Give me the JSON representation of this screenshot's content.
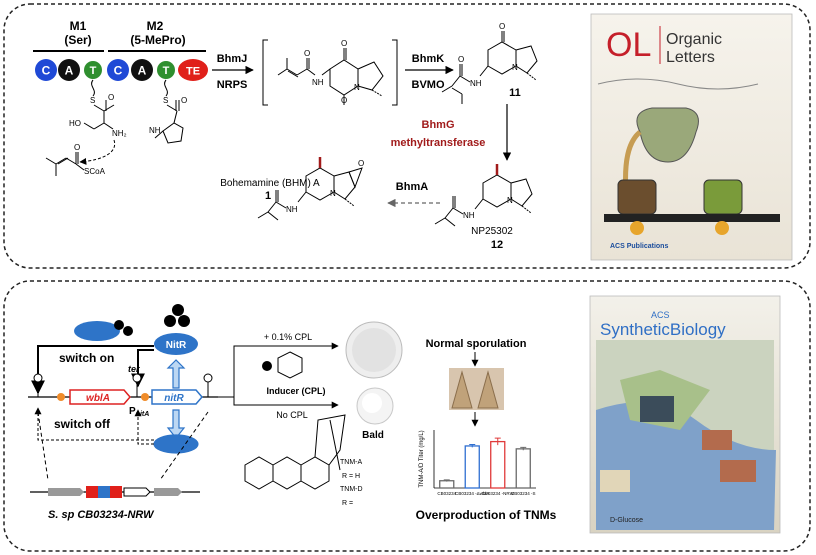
{
  "colors": {
    "domain_c": "#1f49d6",
    "domain_a": "#111111",
    "domain_t": "#2f8f2f",
    "domain_te": "#e0201a",
    "methyl_red": "#a11b1b",
    "nitr_blue": "#2e74c8",
    "orange_node": "#f08c2a",
    "bar_red": "#e03a3a",
    "bar_blue": "#2f6fd1",
    "bar_gray": "#6a6a6a"
  },
  "top_panel": {
    "modules": [
      {
        "id": "M1",
        "substrate": "(Ser)"
      },
      {
        "id": "M2",
        "substrate": "(5-MePro)"
      }
    ],
    "domains": [
      "C",
      "A",
      "T",
      "C",
      "A",
      "T",
      "TE"
    ],
    "cofactor": "SCoA",
    "amine": "NH₂",
    "hydroxyl": "HO",
    "carbonyl": "O",
    "nitrogen": "N",
    "amide_h": "H",
    "sulfur": "S",
    "nh": "NH",
    "enzyme_bhmj": "BhmJ",
    "enzyme_nrps": "NRPS",
    "enzyme_bhmk": "BhmK",
    "enzyme_bvmo": "BVMO",
    "enzyme_bhmg": "BhmG",
    "enzyme_mt": "methyltransferase",
    "enzyme_bhma": "BhmA",
    "compound_11": "11",
    "compound_12_name": "NP25302",
    "compound_12": "12",
    "product_name": "Bohemamine (BHM) A",
    "product_num": "1",
    "cover_journal_line1": "Organic",
    "cover_journal_line2": "Letters",
    "cover_logo": "OL",
    "cover_publisher": "ACS Publications"
  },
  "bottom_panel": {
    "nitr": "NitR",
    "switch_on": "switch on",
    "switch_off": "switch off",
    "ter": "ter",
    "gene_wbla": "wblA",
    "gene_nitr": "nitR",
    "promoter": "P",
    "promoter_sub": "nitA",
    "cpl_plus": "+ 0.1% CPL",
    "inducer": "Inducer (CPL)",
    "no_cpl": "No CPL",
    "bald": "Bald",
    "normal_sporulation": "Normal sporulation",
    "strain": "S. sp CB03234-NRW",
    "tnm_a": "TNM-A",
    "tnm_d": "TNM-D",
    "r_a": "R = H",
    "r_d": "R =",
    "overproduction": "Overproduction of TNMs",
    "chart_ylabel": "TNM-A/D Titer (mg/L)",
    "cover_acs": "ACS",
    "cover_title": "SyntheticBiology",
    "cover_scene_label": "D-Glucose"
  },
  "chart_data": {
    "type": "bar",
    "categories": [
      "CB03234",
      "CB03234 -ΔwblA",
      "CB03234 -NRW",
      "CB03234 -S"
    ],
    "values": [
      2.5,
      14.5,
      16.0,
      13.5
    ],
    "errors": [
      0.3,
      0.5,
      1.2,
      0.5
    ],
    "colors": [
      "#6a6a6a",
      "#2f6fd1",
      "#e03a3a",
      "#6a6a6a"
    ],
    "ylabel": "TNM-A/D Titer (mg/L)",
    "ylim": [
      0,
      20
    ]
  }
}
